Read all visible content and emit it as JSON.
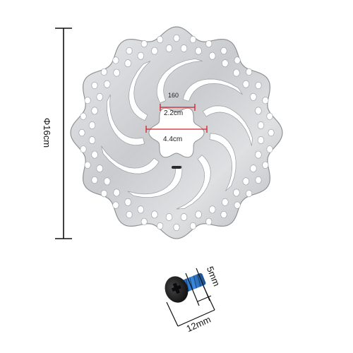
{
  "product": {
    "rotor_marking": "160",
    "inner_dim_small": "2.2cm",
    "inner_dim_large": "4.4cm",
    "outer_diameter": "Φ16cm",
    "screw_thread_len": "5mm",
    "screw_total_len": "12mm"
  },
  "colors": {
    "background": "#ffffff",
    "rotor_steel": "#d4d6d8",
    "rotor_edge": "#8f9396",
    "measure_red": "#d2202a",
    "dimension_line": "#111111",
    "screw_head": "#1b1b1d",
    "screw_thread": "#2f76c9"
  }
}
